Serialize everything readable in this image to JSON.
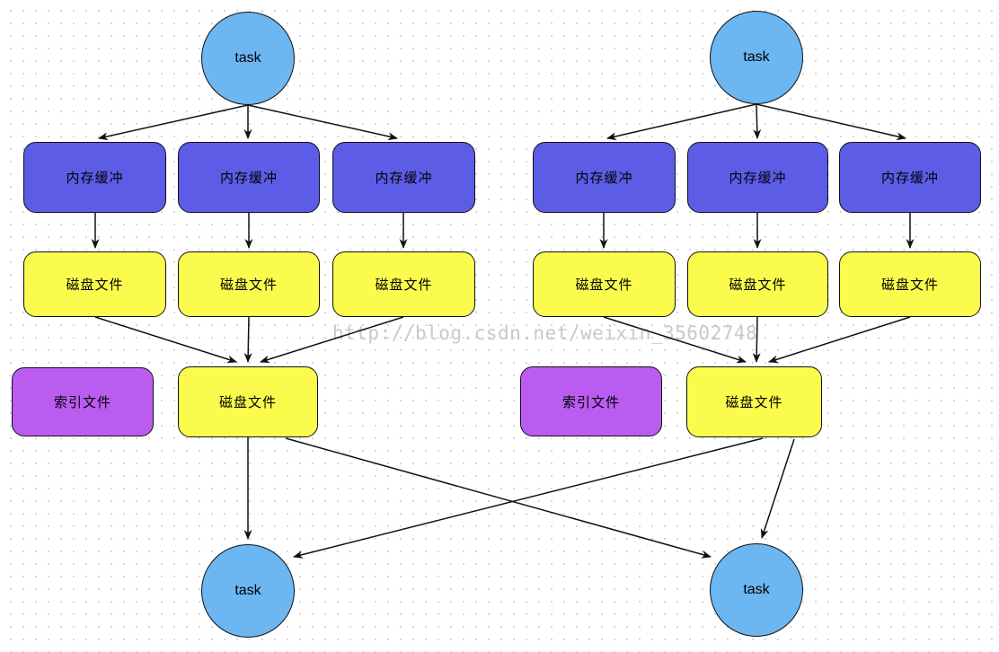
{
  "diagram": {
    "type": "shuffle-flow-diagram",
    "watermark": "http://blog.csdn.net/weixin_35602748",
    "labels": {
      "task": "task",
      "memory_buffer": "内存缓冲",
      "disk_file": "磁盘文件",
      "index_file": "索引文件"
    },
    "colors": {
      "task_fill": "#6cb6f2",
      "memory_buffer_fill": "#5c5ce6",
      "disk_file_fill": "#fbfb4e",
      "index_file_fill": "#ba5cf0",
      "arrow_stroke": "#111111",
      "watermark_color": "#c9c9c9",
      "grid_dot": "#d7d7dc"
    },
    "structure": {
      "groups": 2,
      "per_group": "task -> 3x memory_buffer -> 3x disk_file -> merged disk_file (+ index_file beside)",
      "bottom": "each merged disk_file feeds both bottom tasks (crossing arrows)"
    }
  }
}
